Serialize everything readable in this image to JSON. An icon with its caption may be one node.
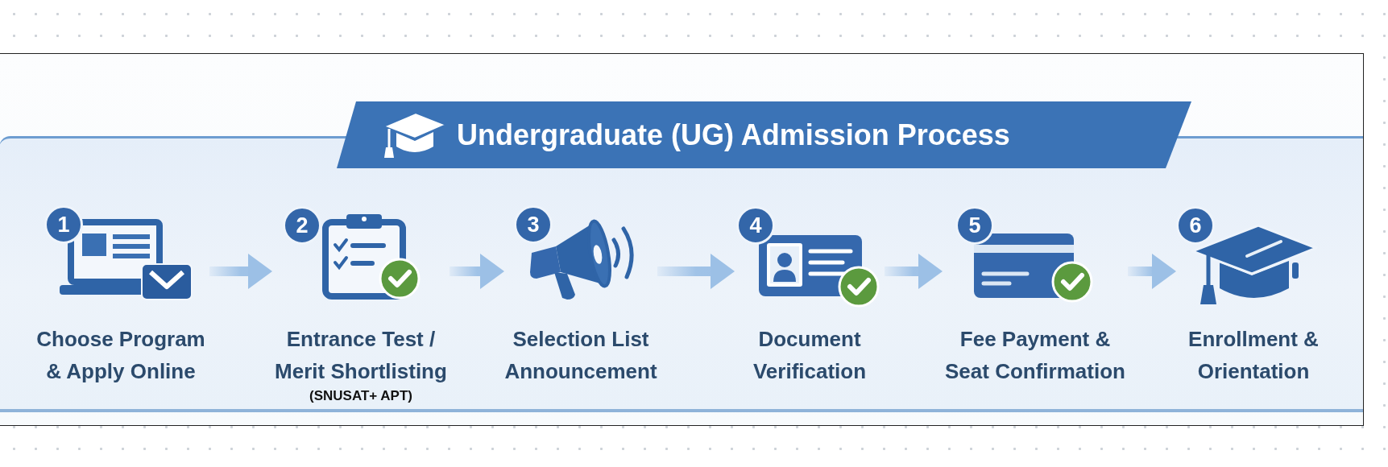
{
  "diagram": {
    "title": "Undergraduate (UG) Admission Process",
    "nodes": [
      {
        "text": [
          "1",
          "Choose Program & Apply Online"
        ]
      },
      {
        "text": [
          "2",
          "Entrance Test / Merit Shortlisting",
          "(SNUSAT+ APT)"
        ]
      },
      {
        "text": [
          "3",
          "Selection List Announcement"
        ]
      },
      {
        "text": [
          "4",
          "Document Verification"
        ]
      },
      {
        "text": [
          "5",
          "Fee Payment & Seat Confirmation"
        ]
      },
      {
        "text": [
          "6",
          "Enrollment & Orientation"
        ]
      }
    ],
    "edges": [
      {
        "from": 0,
        "to": 1,
        "arrow": "to"
      },
      {
        "from": 1,
        "to": 2,
        "arrow": "to"
      },
      {
        "from": 2,
        "to": 3,
        "arrow": "to"
      },
      {
        "from": 3,
        "to": 4,
        "arrow": "to"
      },
      {
        "from": 4,
        "to": 5,
        "arrow": "to"
      }
    ]
  }
}
